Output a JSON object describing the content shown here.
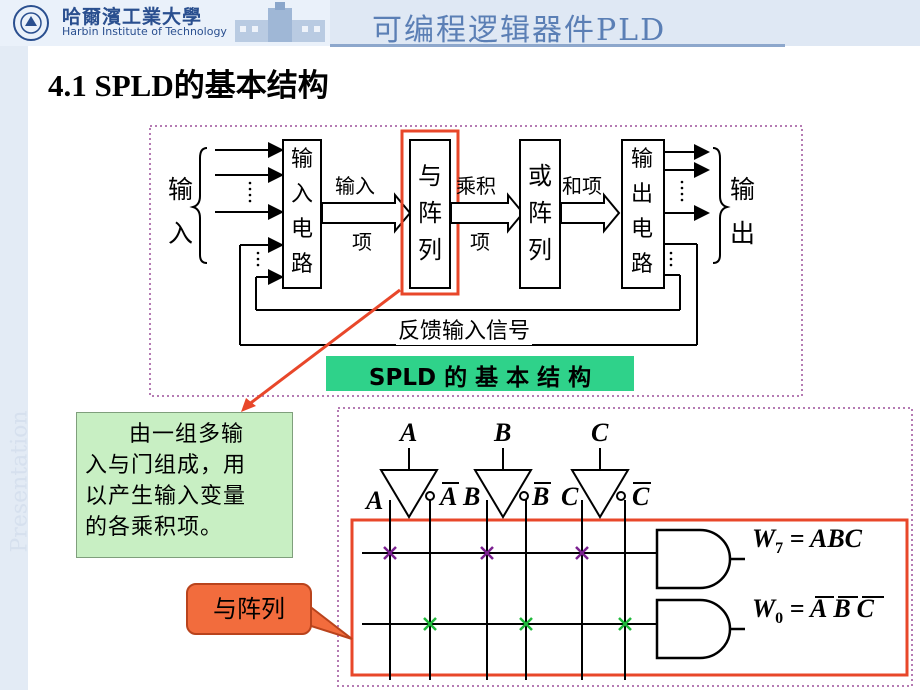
{
  "header": {
    "school_cn": "哈爾濱工業大學",
    "school_en": "Harbin Institute of Technology",
    "course_title": "可编程逻辑器件PLD"
  },
  "sidebar_watermark": "Presentation",
  "heading": "4.1  SPLD的基本结构",
  "block_diagram": {
    "input_label": [
      "输",
      "入"
    ],
    "output_label": [
      "输",
      "出"
    ],
    "input_circuit": [
      "输",
      "入",
      "电",
      "路"
    ],
    "input_term": [
      "输入",
      "项"
    ],
    "and_array": [
      "与",
      "阵",
      "列"
    ],
    "product_term": [
      "乘积",
      "项"
    ],
    "or_array": [
      "或",
      "阵",
      "列"
    ],
    "sum_term": "和项",
    "output_circuit": [
      "输",
      "出",
      "电",
      "路"
    ],
    "feedback": "反馈输入信号",
    "caption": "SPLD 的 基 本 结 构"
  },
  "callout": {
    "lines": [
      "由一组多输",
      "入与门组成，用",
      "以产生输入变量",
      "的各乘积项。"
    ]
  },
  "and_array_label": "与阵列",
  "logic_diagram": {
    "inputs": [
      "A",
      "B",
      "C"
    ],
    "w7_lhs": "W",
    "w7_sub": "7",
    "w7_rhs": " = ABC",
    "w0_lhs": "W",
    "w0_sub": "0",
    "w0_rhs": " = "
  },
  "colors": {
    "highlight": "#e8472a",
    "cross_purple": "#7a1f8f",
    "cross_green": "#1fb83a",
    "caption_bg": "#2fd28a",
    "dotted_border": "#b57bb3"
  }
}
